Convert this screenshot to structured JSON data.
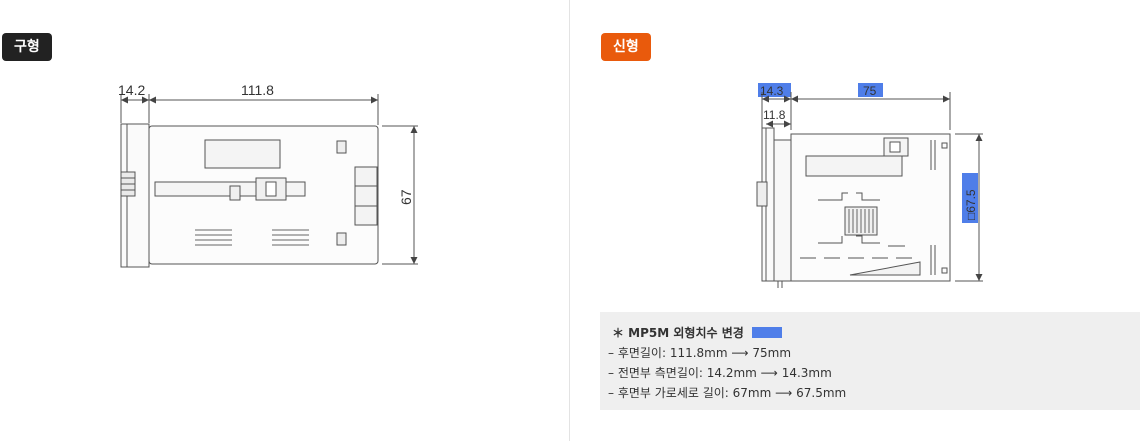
{
  "old_label": "구형",
  "new_label": "신형",
  "old_dims": {
    "front": "14.2",
    "length": "111.8",
    "height": "67"
  },
  "new_dims": {
    "front": "14.3",
    "length": "75",
    "side": "11.8",
    "height": "□67.5"
  },
  "highlight_color": "#4f7ee9",
  "note": {
    "title": "＊ MP5M 외형치수 변경",
    "lines": [
      "– 후면길이: 111.8mm ⟶ 75mm",
      "– 전면부 측면길이: 14.2mm ⟶ 14.3mm",
      "– 후면부 가로세로 길이: 67mm ⟶ 67.5mm"
    ]
  }
}
